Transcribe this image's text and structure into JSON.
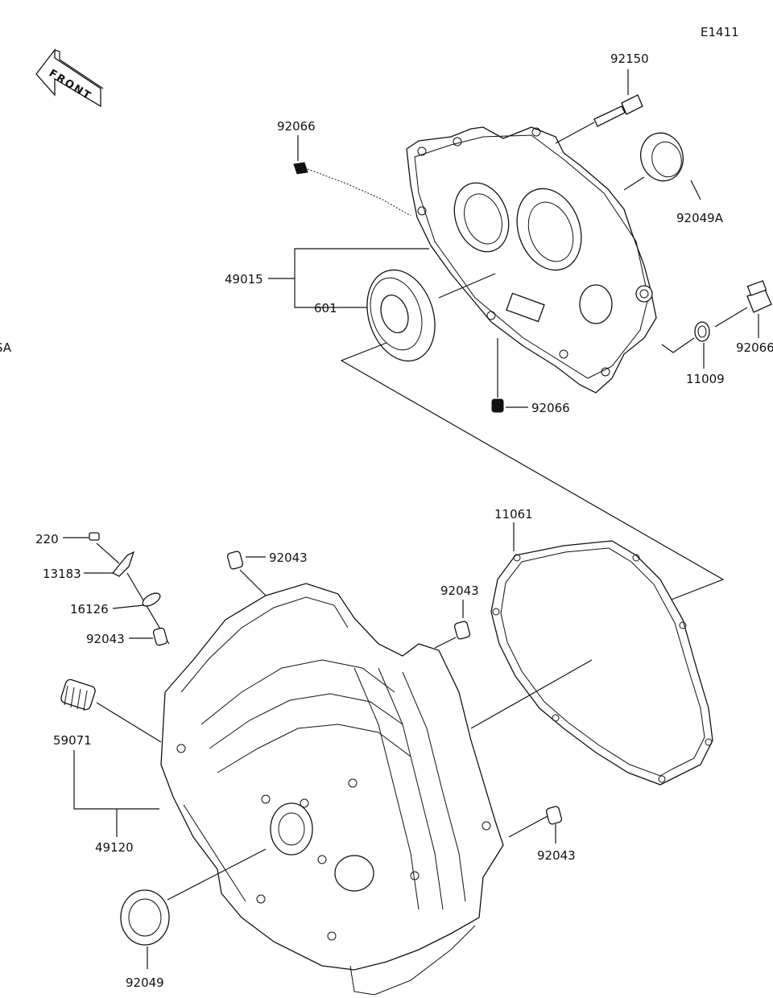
{
  "diagram_code": "E1411",
  "front_label": "FRONT",
  "edge_fragment": "SA",
  "parts": [
    {
      "id": "92150",
      "label": "92150"
    },
    {
      "id": "92066-top",
      "label": "92066"
    },
    {
      "id": "92049A",
      "label": "92049A"
    },
    {
      "id": "49015",
      "label": "49015"
    },
    {
      "id": "601",
      "label": "601"
    },
    {
      "id": "92066-right",
      "label": "92066"
    },
    {
      "id": "11009",
      "label": "11009"
    },
    {
      "id": "92066-bottom",
      "label": "92066"
    },
    {
      "id": "11061",
      "label": "11061"
    },
    {
      "id": "220",
      "label": "220"
    },
    {
      "id": "13183",
      "label": "13183"
    },
    {
      "id": "92043-a",
      "label": "92043"
    },
    {
      "id": "16126",
      "label": "16126"
    },
    {
      "id": "92043-b",
      "label": "92043"
    },
    {
      "id": "92043-c",
      "label": "92043"
    },
    {
      "id": "59071",
      "label": "59071"
    },
    {
      "id": "49120",
      "label": "49120"
    },
    {
      "id": "92043-d",
      "label": "92043"
    },
    {
      "id": "92049",
      "label": "92049"
    }
  ]
}
